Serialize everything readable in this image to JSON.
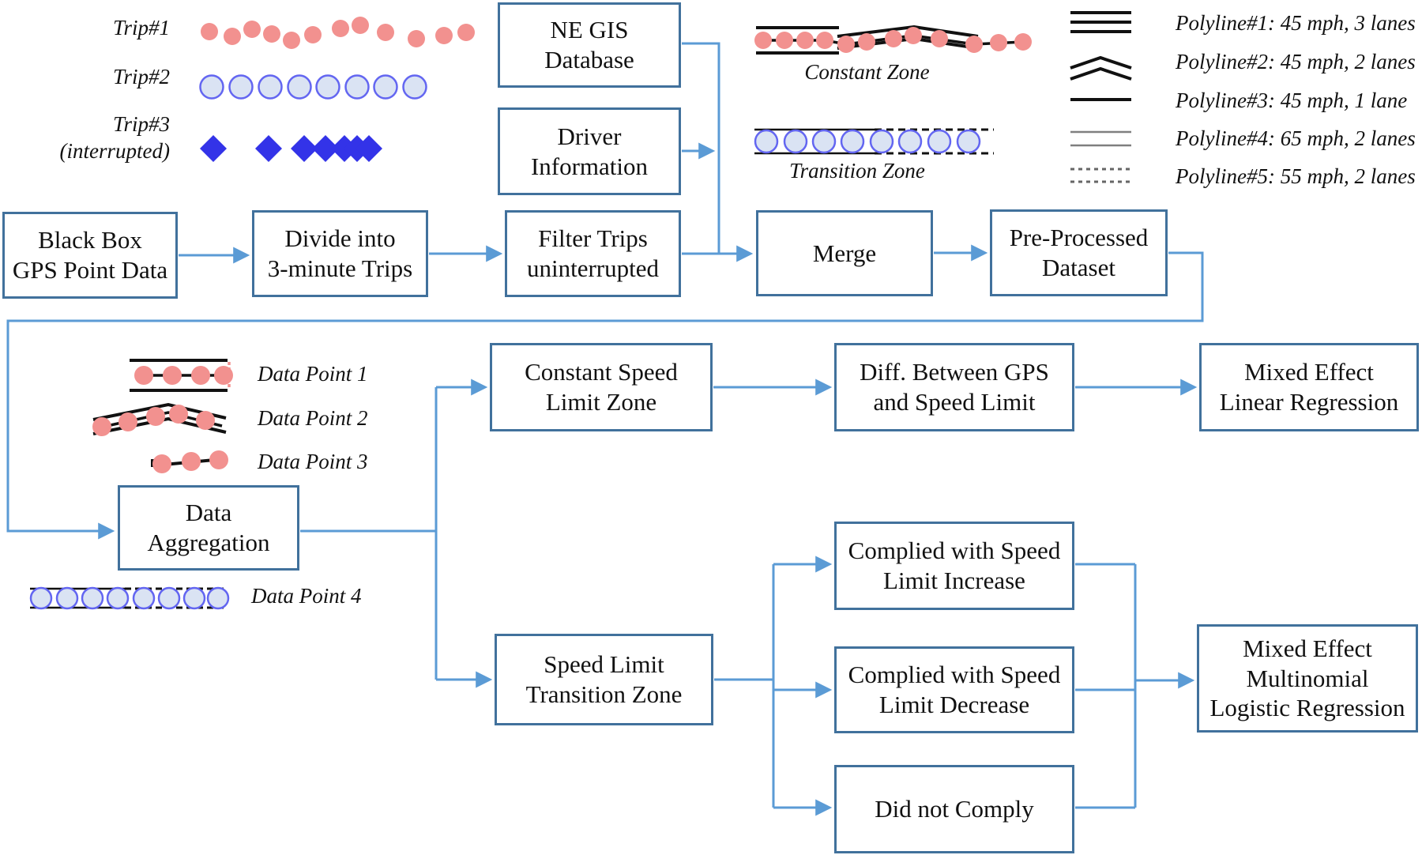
{
  "figure": {
    "description": "Flowchart of black box GPS trip data processing and speed-limit compliance modeling"
  },
  "colors": {
    "connector_blue": "#5b9bd5",
    "box_border_blue": "#41719c",
    "trip1_dot_salmon": "#f2918f",
    "trip2_circle_fill": "#dae3f3",
    "trip2_circle_stroke": "#6366f1",
    "trip3_diamond_blue": "#3333e8",
    "road_line_black": "#111111",
    "polyline4_gray": "#7f7f7f",
    "polyline5_gray": "#666666"
  },
  "trip_legend": {
    "trip1_label": "Trip#1",
    "trip2_label": "Trip#2",
    "trip3_label": "Trip#3\n(interrupted)"
  },
  "zone_examples": {
    "constant_label": "Constant Zone",
    "transition_label": "Transition Zone"
  },
  "polyline_legend": [
    "Polyline#1: 45 mph, 3 lanes",
    "Polyline#2: 45 mph, 2 lanes",
    "Polyline#3: 45 mph, 1 lane",
    "Polyline#4: 65 mph, 2 lanes",
    "Polyline#5: 55 mph, 2 lanes"
  ],
  "data_point_legend": [
    "Data Point 1",
    "Data Point 2",
    "Data Point 3",
    "Data Point 4"
  ],
  "boxes": {
    "black_box_gps": "Black Box\nGPS Point Data",
    "divide": "Divide into\n3-minute Trips",
    "filter": "Filter Trips\nuninterrupted",
    "ne_gis": "NE GIS\nDatabase",
    "driver_info": "Driver\nInformation",
    "merge": "Merge",
    "preprocessed": "Pre-Processed\nDataset",
    "aggregation": "Data\nAggregation",
    "constant_zone": "Constant Speed\nLimit Zone",
    "diff_gps": "Diff. Between GPS\nand Speed Limit",
    "linear_regression": "Mixed Effect\nLinear Regression",
    "transition_zone": "Speed Limit\nTransition Zone",
    "complied_increase": "Complied with Speed\nLimit Increase",
    "complied_decrease": "Complied with Speed\nLimit Decrease",
    "did_not_comply": "Did not Comply",
    "multinomial_regression": "Mixed Effect\nMultinomial\nLogistic Regression"
  }
}
